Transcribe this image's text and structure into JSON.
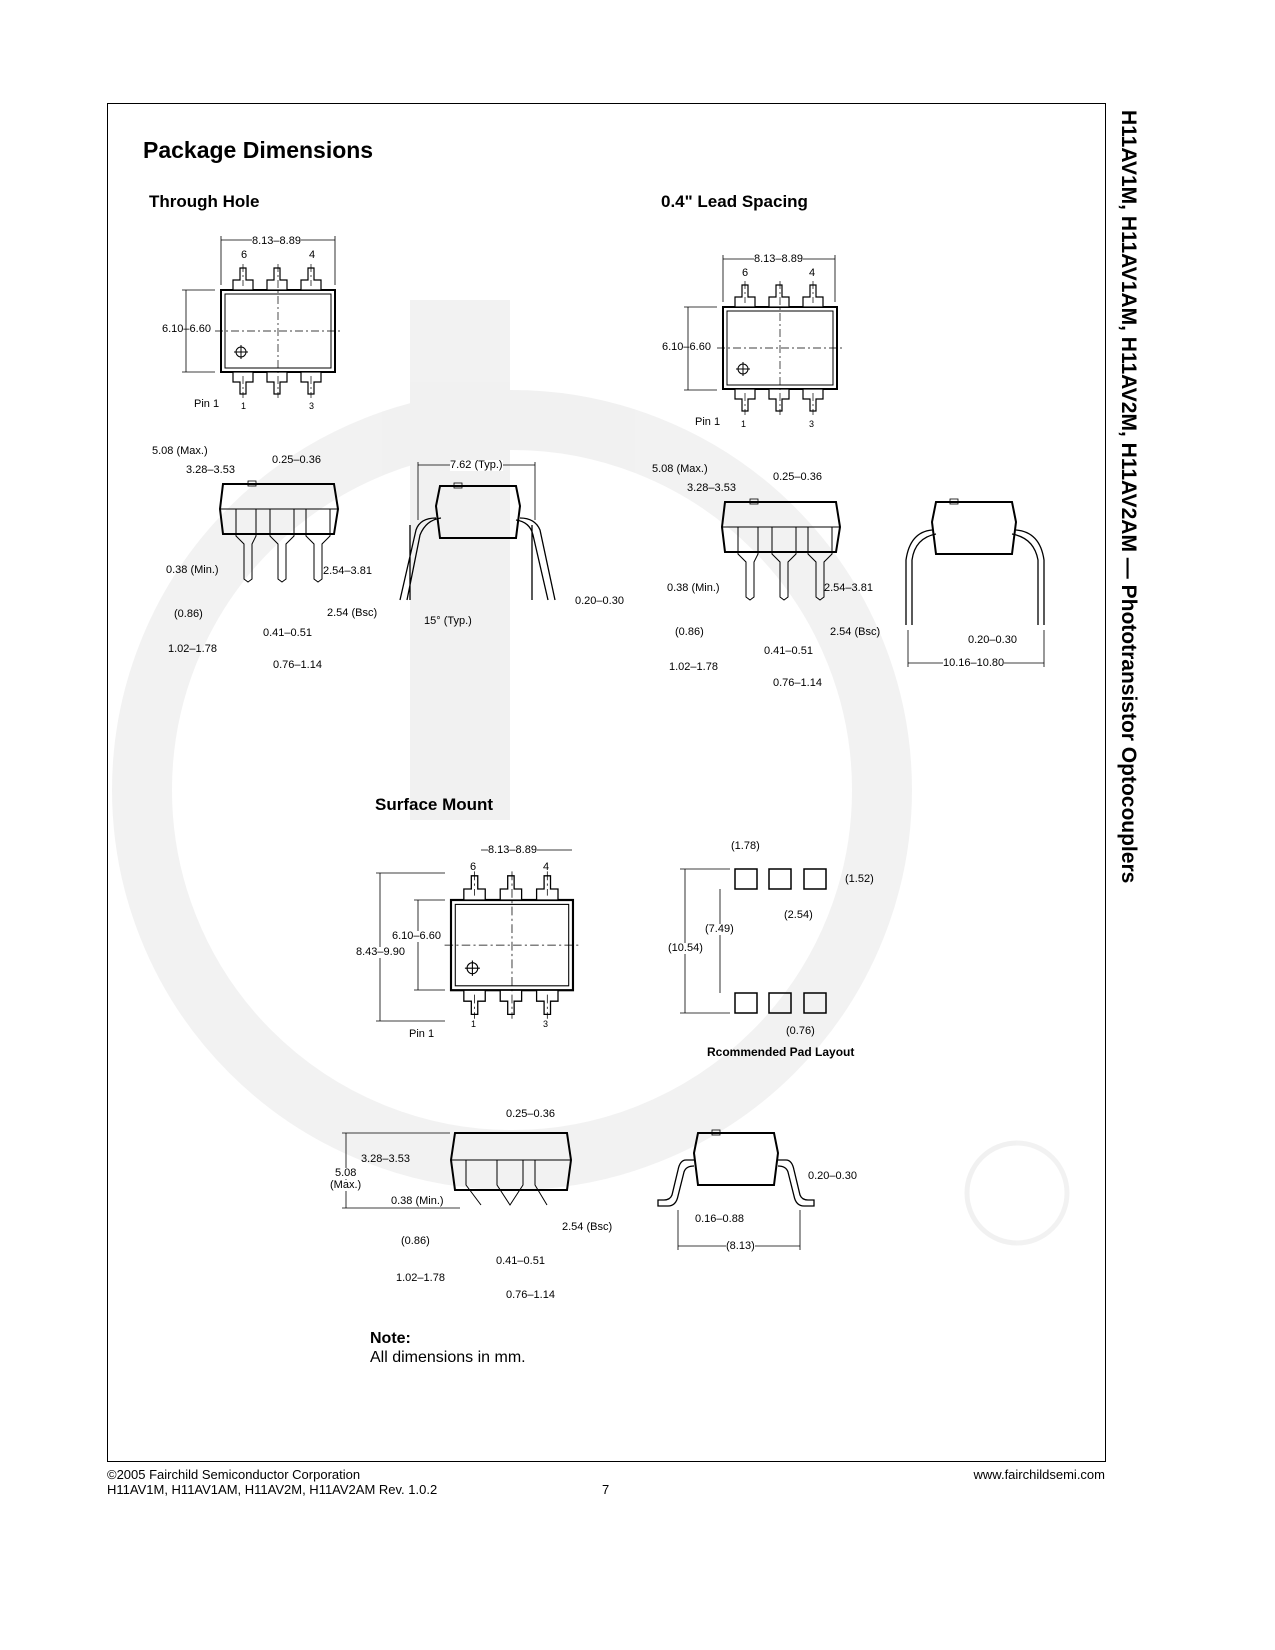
{
  "side_title": "H11AV1M, H11AV1AM, H11AV2M, H11AV2AM — Phototransistor Optocouplers",
  "heading": "Package Dimensions",
  "through_hole": {
    "title": "Through Hole",
    "top": {
      "width": "8.13–8.89",
      "pin6": "6",
      "pin4": "4",
      "height": "6.10–6.60",
      "pin1_label": "Pin 1",
      "pin1": "1",
      "pin3": "3"
    },
    "side": {
      "max_h": "5.08 (Max.)",
      "body_h": "3.28–3.53",
      "lead_t": "0.25–0.36",
      "standoff": "0.38 (Min.)",
      "lead_len": "2.54–3.81",
      "p086": "(0.86)",
      "pitch": "2.54 (Bsc)",
      "lead_w": "0.41–0.51",
      "shoulder": "1.02–1.78",
      "w2": "0.76–1.14"
    },
    "end": {
      "row": "7.62 (Typ.)",
      "angle": "15° (Typ.)",
      "thick": "0.20–0.30"
    }
  },
  "lead_spacing": {
    "title": "0.4\" Lead Spacing",
    "top": {
      "width": "8.13–8.89",
      "pin6": "6",
      "pin4": "4",
      "height": "6.10–6.60",
      "pin1_label": "Pin 1",
      "pin1": "1",
      "pin3": "3"
    },
    "side": {
      "max_h": "5.08 (Max.)",
      "body_h": "3.28–3.53",
      "lead_t": "0.25–0.36",
      "standoff": "0.38 (Min.)",
      "lead_len": "2.54–3.81",
      "p086": "(0.86)",
      "pitch": "2.54 (Bsc)",
      "lead_w": "0.41–0.51",
      "shoulder": "1.02–1.78",
      "w2": "0.76–1.14"
    },
    "end": {
      "thick": "0.20–0.30",
      "row": "10.16–10.80"
    }
  },
  "surface_mount": {
    "title": "Surface Mount",
    "top": {
      "width": "8.13–8.89",
      "pin6": "6",
      "pin4": "4",
      "height": "6.10–6.60",
      "overall": "8.43–9.90",
      "pin1_label": "Pin 1",
      "pin1": "1",
      "pin3": "3"
    },
    "pads": {
      "w": "(1.78)",
      "h": "(1.52)",
      "pitch": "(2.54)",
      "inner": "(7.49)",
      "outer": "(10.54)",
      "gap": "(0.76)",
      "caption": "Rcommended Pad Layout"
    },
    "side": {
      "lead_t": "0.25–0.36",
      "body_h": "3.28–3.53",
      "max_a": "5.08",
      "max_b": "(Max.)",
      "standoff": "0.38 (Min.)",
      "pitch": "2.54 (Bsc)",
      "p086": "(0.86)",
      "lead_w": "0.41–0.51",
      "shoulder": "1.02–1.78",
      "w2": "0.76–1.14"
    },
    "end": {
      "thick": "0.20–0.30",
      "foot": "0.16–0.88",
      "span": "(8.13)"
    }
  },
  "note": {
    "title": "Note:",
    "text": "All dimensions in mm."
  },
  "footer": {
    "copyright": "©2005 Fairchild Semiconductor Corporation",
    "parts": "H11AV1M, H11AV1AM, H11AV2M, H11AV2AM Rev. 1.0.2",
    "page": "7",
    "url": "www.fairchildsemi.com"
  }
}
